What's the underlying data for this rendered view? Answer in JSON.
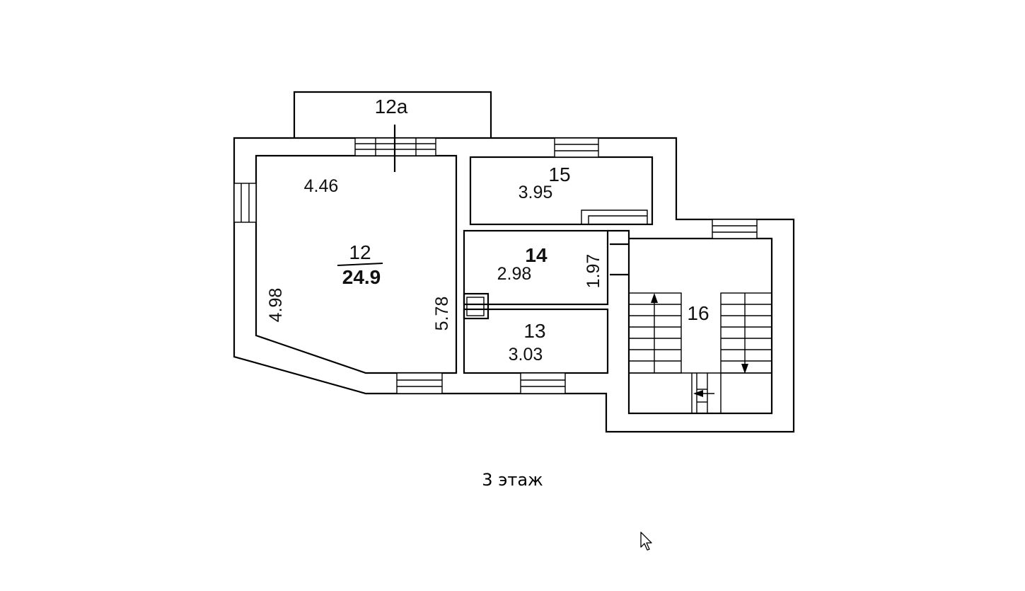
{
  "rooms": {
    "r12a": {
      "number": "12a"
    },
    "r12": {
      "number": "12",
      "area": "24.9",
      "width": "4.46",
      "left_side": "4.98",
      "right_side": "5.78"
    },
    "r13": {
      "number": "13",
      "area": "3.03"
    },
    "r14": {
      "number": "14",
      "area": "2.98",
      "side": "1.97"
    },
    "r15": {
      "number": "15",
      "area": "3.95"
    },
    "r16": {
      "number": "16"
    }
  },
  "caption": "3 этаж",
  "icons": {
    "cursor": "mouse-pointer-icon"
  },
  "colors": {
    "line": "#000000",
    "background": "#ffffff"
  }
}
